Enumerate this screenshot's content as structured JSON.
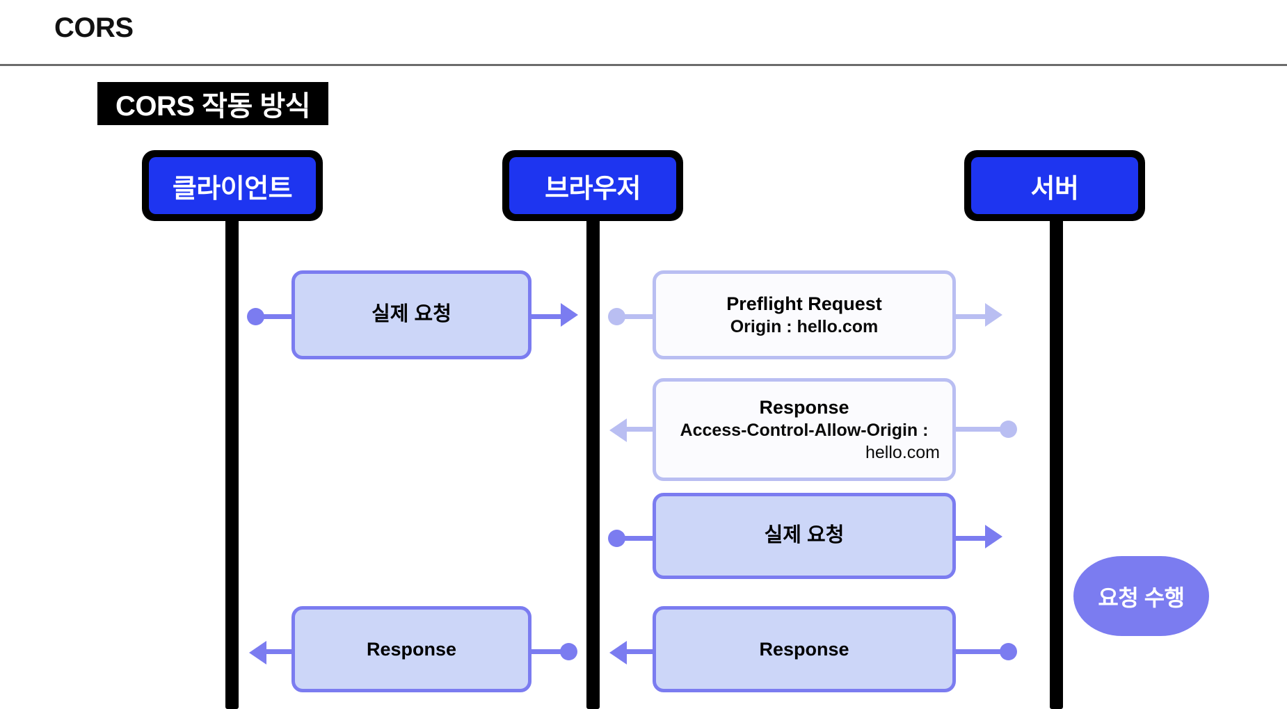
{
  "header": {
    "title": "CORS"
  },
  "section": {
    "chip_label": "CORS 작동 방식"
  },
  "colors": {
    "actor_frame": "#000000",
    "actor_fill": "#1e35f0",
    "strong_accent": "#7b7cf0",
    "weak_accent": "#b9bef2",
    "box_fill": "#ccd6f8",
    "hollow_fill": "#fbfbfe",
    "background": "#ffffff",
    "rule": "#6b6b6b"
  },
  "actors": [
    {
      "id": "client",
      "label": "클라이언트"
    },
    {
      "id": "browser",
      "label": "브라우저"
    },
    {
      "id": "server",
      "label": "서버"
    }
  ],
  "messages": [
    {
      "id": "client-to-browser-actual-request",
      "title": "실제 요청",
      "subtitle": "",
      "subtitle2": "",
      "from": "client",
      "to": "browser",
      "direction": "right",
      "emphasis": "strong"
    },
    {
      "id": "browser-to-server-preflight",
      "title": "Preflight Request",
      "subtitle": "Origin : hello.com",
      "subtitle2": "",
      "from": "browser",
      "to": "server",
      "direction": "right",
      "emphasis": "weak"
    },
    {
      "id": "server-to-browser-preflight-response",
      "title": "Response",
      "subtitle": "Access-Control-Allow-Origin :",
      "subtitle2": "hello.com",
      "from": "server",
      "to": "browser",
      "direction": "left",
      "emphasis": "weak"
    },
    {
      "id": "browser-to-server-actual-request",
      "title": "실제 요청",
      "subtitle": "",
      "subtitle2": "",
      "from": "browser",
      "to": "server",
      "direction": "right",
      "emphasis": "strong"
    },
    {
      "id": "server-to-browser-response",
      "title": "Response",
      "subtitle": "",
      "subtitle2": "",
      "from": "server",
      "to": "browser",
      "direction": "left",
      "emphasis": "strong"
    },
    {
      "id": "browser-to-client-response",
      "title": "Response",
      "subtitle": "",
      "subtitle2": "",
      "from": "browser",
      "to": "client",
      "direction": "left",
      "emphasis": "strong"
    }
  ],
  "server_activity": {
    "label": "요청 수행"
  }
}
